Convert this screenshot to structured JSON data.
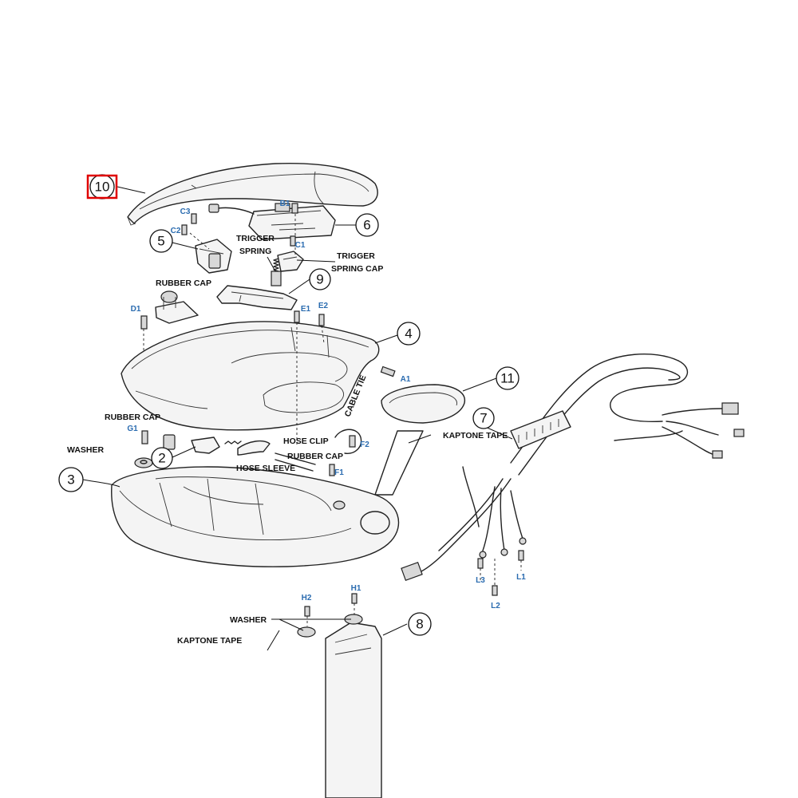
{
  "colors": {
    "line": "#222222",
    "code_blue": "#2b6cb0",
    "highlight": "#e00000"
  },
  "callouts": {
    "c2": "2",
    "c3": "3",
    "c4": "4",
    "c5": "5",
    "c6": "6",
    "c7": "7",
    "c8": "8",
    "c9": "9",
    "c10": "10",
    "c11": "11"
  },
  "labels": {
    "trigger_spring_1": "TRIGGER",
    "trigger_spring_2": "SPRING",
    "trigger_cap_1": "TRIGGER",
    "trigger_cap_2": "SPRING CAP",
    "rubber_cap_top": "RUBBER CAP",
    "rubber_cap_mid": "RUBBER CAP",
    "rubber_cap_low": "RUBBER CAP",
    "washer_left": "WASHER",
    "washer_bottom": "WASHER",
    "hose_clip": "HOSE CLIP",
    "hose_sleeve": "HOSE SLEEVE",
    "cable_tie": "CABLE TIE",
    "kaptone_tape_right": "KAPTONE TAPE",
    "kaptone_tape_bottom": "KAPTONE TAPE"
  },
  "codes": {
    "a1": "A1",
    "b1": "B1",
    "c1": "C1",
    "c2": "C2",
    "c3": "C3",
    "d1": "D1",
    "e1": "E1",
    "e2": "E2",
    "f1": "F1",
    "f2": "F2",
    "g1": "G1",
    "h1": "H1",
    "h2": "H2",
    "l1": "L1",
    "l2": "L2",
    "l3": "L3"
  }
}
